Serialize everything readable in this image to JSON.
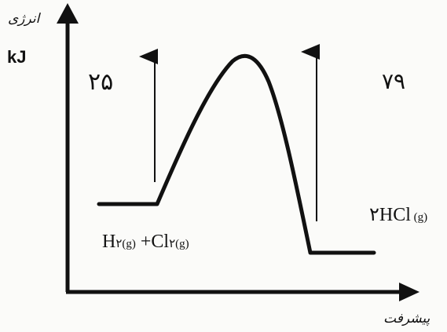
{
  "axes": {
    "y_title": "انرژی",
    "y_unit": "kJ",
    "x_title": "پیشرفت"
  },
  "energies": {
    "forward_activation": "۲۵",
    "reverse_activation": "۷۹"
  },
  "species": {
    "reactants_h2": "H",
    "reactants_h2_sub": "۲(g)",
    "reactants_plus": " +Cl",
    "reactants_cl2_sub": "۲(g)",
    "products_main": "۲HCl",
    "products_sub": " (g)"
  },
  "colors": {
    "ink": "#111111",
    "paper": "#fbfbf9"
  }
}
